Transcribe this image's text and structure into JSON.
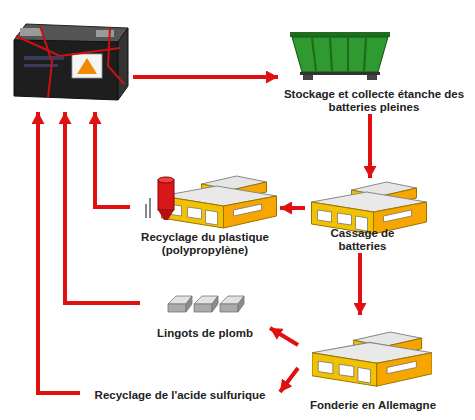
{
  "diagram": {
    "nodes": [
      {
        "text": []
      },
      {
        "text": [
          "Stockage et collecte étanche des batteries pleines"
        ]
      },
      {
        "text": [
          "Recyclage du plastique (polypropylène)"
        ]
      },
      {
        "text": [
          "Cassage de batteries"
        ]
      },
      {
        "text": [
          "Lingots de plomb"
        ]
      },
      {
        "text": [
          "Fonderie en Allemagne"
        ]
      },
      {
        "text": [
          "Recyclage de l'acide sulfurique"
        ]
      }
    ],
    "edges": [
      {
        "from": 0,
        "to": 1,
        "arrow": "to"
      },
      {
        "from": 1,
        "to": 3,
        "arrow": "to"
      },
      {
        "from": 3,
        "to": 2,
        "arrow": "to"
      },
      {
        "from": 3,
        "to": 5,
        "arrow": "to"
      },
      {
        "from": 5,
        "to": 4,
        "arrow": "to"
      },
      {
        "from": 5,
        "to": 6,
        "arrow": "to"
      },
      {
        "from": 2,
        "to": 0,
        "arrow": "to"
      },
      {
        "from": 4,
        "to": 0,
        "arrow": "to"
      },
      {
        "from": 6,
        "to": 0,
        "arrow": "to"
      }
    ]
  }
}
